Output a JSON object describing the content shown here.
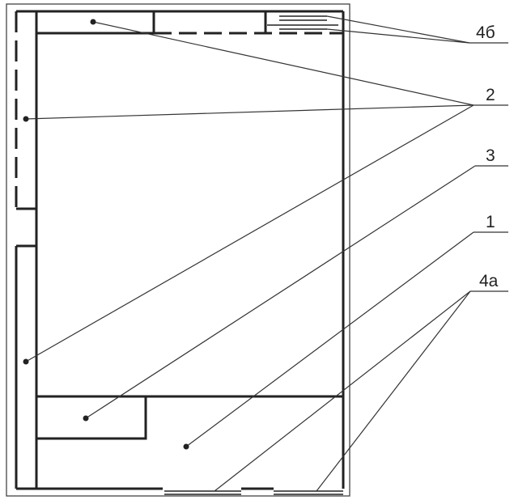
{
  "figure": {
    "labels": {
      "label_4b": "4б",
      "label_2": "2",
      "label_3": "3",
      "label_1": "1",
      "label_4a": "4а"
    },
    "colors": {
      "line": "#222222",
      "leader": "#333333",
      "background": "#ffffff"
    }
  }
}
